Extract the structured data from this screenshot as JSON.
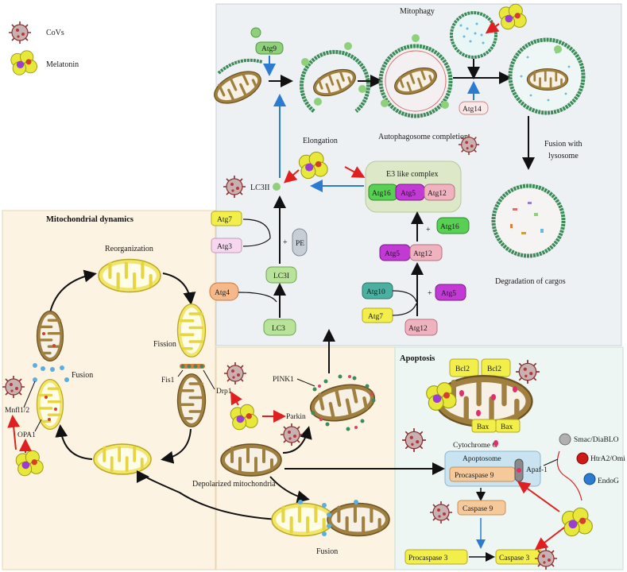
{
  "legend": {
    "covs": "CoVs",
    "melatonin": "Melatonin"
  },
  "panels": {
    "mitophagy": "Mitophagy",
    "dynamics": "Mitochondrial dynamics",
    "apoptosis": "Apoptosis"
  },
  "mitophagy": {
    "atg9": "Atg9",
    "atg14": "Atg14",
    "elongation": "Elongation",
    "autophagosome": "Autophagosome completion",
    "fusion_lysosome_1": "Fusion with",
    "fusion_lysosome_2": "lysosome",
    "degradation": "Degradation of cargos",
    "e3_complex": "E3 like complex",
    "lc3ii": "LC3II",
    "lc3i": "LC3I",
    "lc3": "LC3",
    "pe": "PE",
    "plus": "+",
    "atg7": "Atg7",
    "atg3": "Atg3",
    "atg4": "Atg4",
    "atg16": "Atg16",
    "atg5": "Atg5",
    "atg12": "Atg12",
    "atg10": "Atg10"
  },
  "dynamics": {
    "reorganization": "Reorganization",
    "fusion": "Fusion",
    "fission": "Fission",
    "fis1": "Fis1",
    "drp1": "Drp1",
    "mfn": "Mnfl1/2",
    "opa1": "OPA1",
    "pink1": "PINK1",
    "parkin": "Parkin",
    "depolarized": "Depolarized mitochondria",
    "fusion2": "Fusion"
  },
  "apoptosis": {
    "bcl2a": "Bcl2",
    "bcl2b": "Bcl2",
    "bax_a": "Bax",
    "bax_b": "Bax",
    "cytochrome": "Cytochrome C",
    "apoptosome": "Apoptosome",
    "procaspase9": "Procaspase 9",
    "apaf1": "Apaf-1",
    "caspase9": "Caspase 9",
    "procaspase3": "Procaspase 3",
    "caspase3": "Caspase 3",
    "smac": "Smac/DiaBLO",
    "htra2": "HtrA2/Omi",
    "endog": "EndoG"
  },
  "colors": {
    "mito_panel": "#eef1f4",
    "dynamics_panel": "#fdf3e3",
    "apoptosis_panel": "#eef6f3",
    "mito_green": "#8fd07a",
    "membrane": "#3c8c5a",
    "mito_brown": "#a08040",
    "mito_yellow": "#f2e56b",
    "red_arrow": "#e02020",
    "blue_arrow": "#2b7bd0",
    "virus": "#8a3030",
    "melatonin": "#e8e83a"
  }
}
